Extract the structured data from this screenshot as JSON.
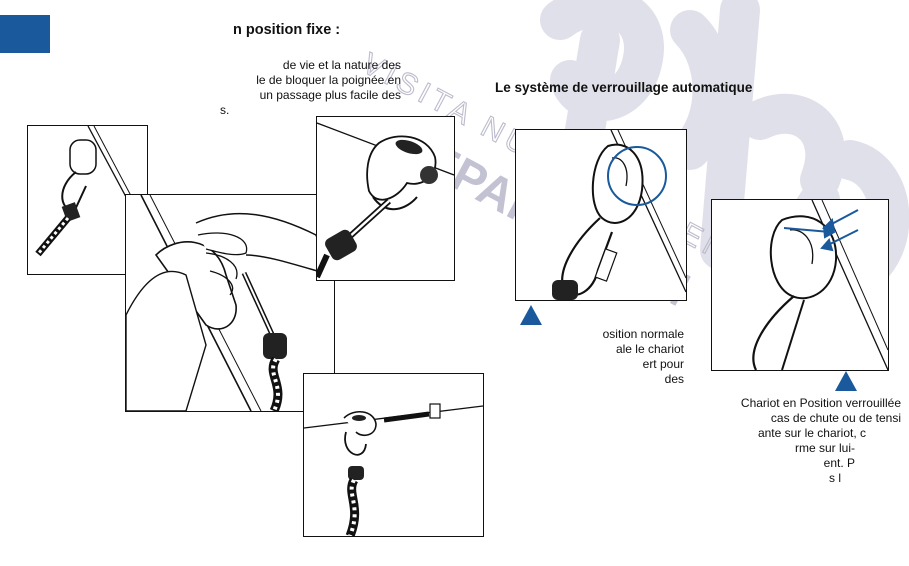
{
  "page": {
    "accent": "#1a5a9c",
    "watermark_color": "#b9b9cf"
  },
  "left_section": {
    "title": "n position fixe :",
    "lines": [
      "de  vie  et  la  nature  des",
      "le de bloquer la poignée en",
      "un  passage  plus  facile  des",
      "s."
    ]
  },
  "right_section": {
    "title": "Le système de verrouillage automatique",
    "caption_normal": [
      "osition normale",
      "ale le chariot",
      "ert pour",
      "des"
    ],
    "caption_locked": [
      "Chariot en Position  verrouillée",
      "cas de chute ou de tensi",
      "ante sur le chariot, c",
      "rme  sur  lui-",
      "ent.     P",
      "s l"
    ]
  },
  "watermark": {
    "line1": "VISITA NUESTRA TIENDA",
    "line2": "EPAKO.COM",
    "logo": "Pako"
  },
  "icons": [
    "triangle-marker-icon",
    "triangle-marker-icon"
  ]
}
